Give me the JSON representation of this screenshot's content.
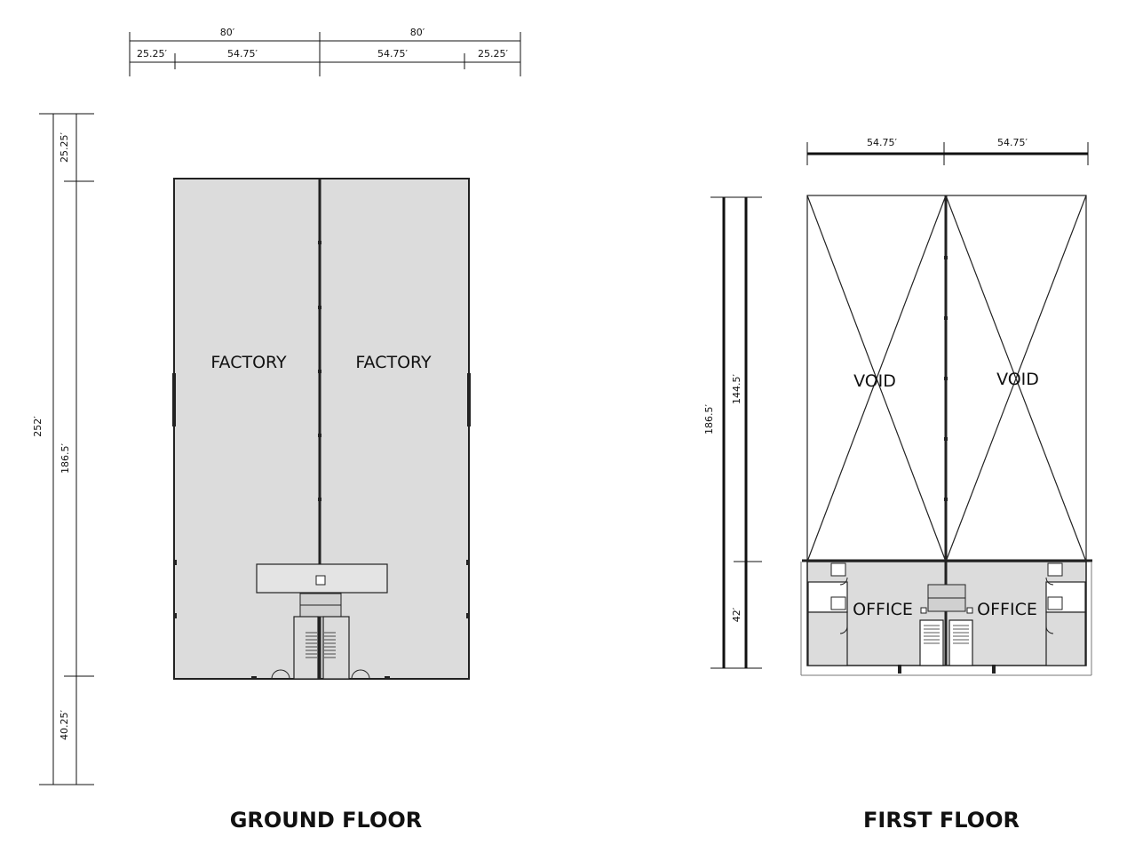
{
  "ground_floor": {
    "title": "GROUND FLOOR",
    "dimensions": {
      "total_width_left": "80′",
      "total_width_right": "80′",
      "seg_1": "25.25′",
      "seg_2": "54.75′",
      "seg_3": "54.75′",
      "seg_4": "25.25′",
      "total_depth": "252′",
      "front_setback": "25.25′",
      "building_depth": "186.5′",
      "rear_setback": "40.25′"
    },
    "rooms": {
      "left": "FACTORY",
      "right": "FACTORY"
    }
  },
  "first_floor": {
    "title": "FIRST FLOOR",
    "dimensions": {
      "width_left": "54.75′",
      "width_right": "54.75′",
      "total_depth": "186.5′",
      "void_depth": "144.5′",
      "office_depth": "42′"
    },
    "rooms": {
      "void_left": "VOID",
      "void_right": "VOID",
      "office_left": "OFFICE",
      "office_right": "OFFICE"
    }
  }
}
